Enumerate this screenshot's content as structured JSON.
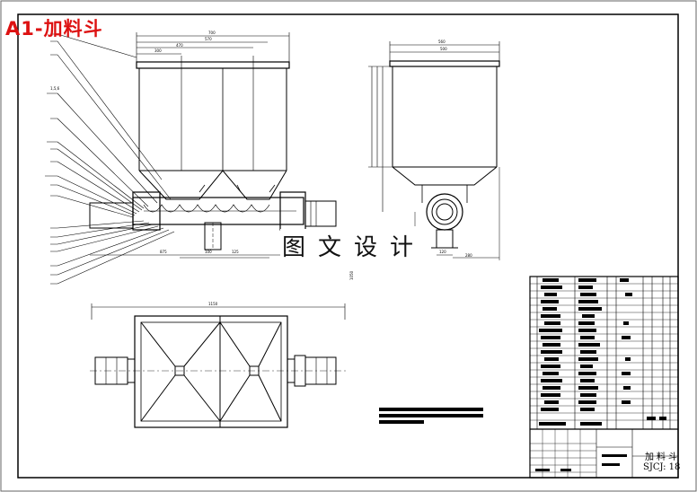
{
  "drawing": {
    "title_tag": "A1-加料斗",
    "watermark": "图文设计",
    "title_block": {
      "part_name": "加料斗",
      "drawing_number": "SJCJ: 18"
    }
  },
  "colors": {
    "line": "#000000",
    "accent_red": "#dd1111",
    "background": "#ffffff"
  }
}
